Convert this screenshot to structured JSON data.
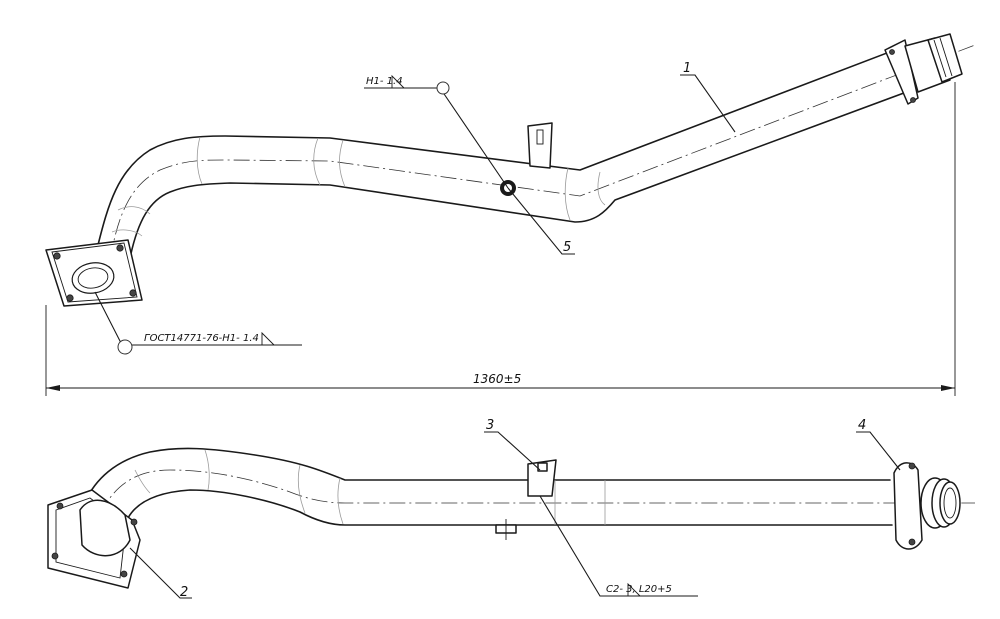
{
  "labels": {
    "part_1": "1",
    "part_2": "2",
    "part_3": "3",
    "part_4": "4",
    "part_5": "5",
    "weld_top": "Н1-   1.4",
    "weld_flange": "ГОСТ14771-76-Н1-   1.4",
    "weld_bottom": "С2-   3, L20+5",
    "dimension_length": "1360±5"
  }
}
